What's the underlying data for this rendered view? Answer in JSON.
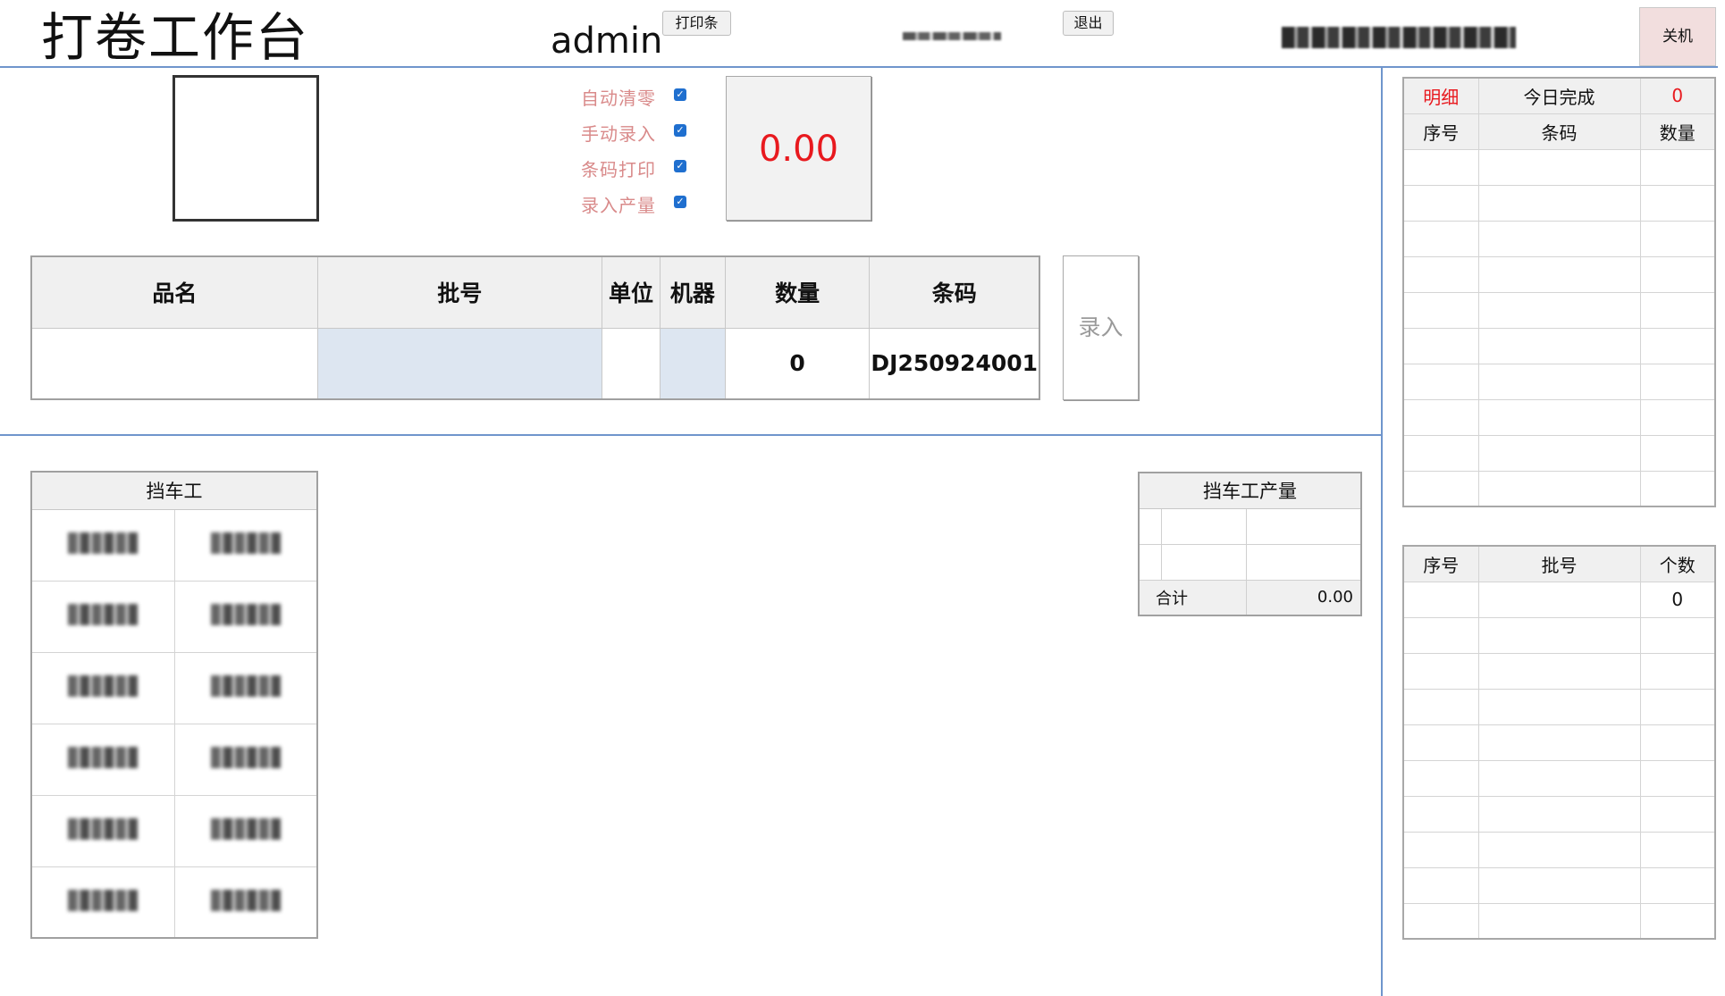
{
  "header": {
    "title": "打卷工作台",
    "user": "admin",
    "print_button": "打印条",
    "exit_button": "退出",
    "shutdown_button": "关机"
  },
  "options": [
    {
      "label": "自动清零",
      "checked": true
    },
    {
      "label": "手动录入",
      "checked": true
    },
    {
      "label": "条码打印",
      "checked": true
    },
    {
      "label": "录入产量",
      "checked": true
    }
  ],
  "weight": "0.00",
  "entry": {
    "columns": [
      "品名",
      "批号",
      "单位",
      "机器",
      "数量",
      "条码"
    ],
    "row": {
      "name": "",
      "batch": "",
      "unit": "",
      "machine": "",
      "quantity": "0",
      "barcode": "DJ250924001"
    },
    "enter_button": "录入"
  },
  "workers": {
    "title": "挡车工"
  },
  "worker_output": {
    "title": "挡车工产量",
    "total_label": "合计",
    "total_value": "0.00"
  },
  "detail": {
    "tab_label": "明细",
    "done_label": "今日完成",
    "done_count": "0",
    "columns": [
      "序号",
      "条码",
      "数量"
    ]
  },
  "batch_summary": {
    "columns": [
      "序号",
      "批号",
      "个数"
    ],
    "first_count": "0"
  },
  "colors": {
    "accent_line": "#6f95cc",
    "alert_red": "#e8191e",
    "option_label": "#d98a8a",
    "shaded_cell": "#dde6f1"
  }
}
